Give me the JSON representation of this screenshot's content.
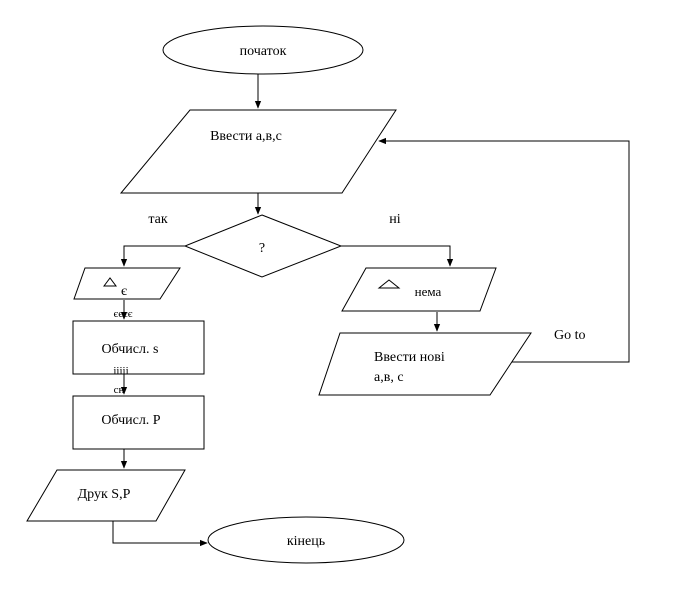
{
  "flowchart": {
    "start_label": "початок",
    "input_label": "Ввести а,в,с",
    "decision_label": "?",
    "yes_label": "так",
    "no_label": "ні",
    "exists_label": "є",
    "exists_scribble": {
      "line1": "єєєє",
      "line2": "----",
      "line3": "iiiii",
      "line4": "сн"
    },
    "calc_s_label": "Обчисл. s",
    "calc_p_label": "Обчисл. P",
    "print_label": "Друк S,P",
    "end_label": "кінець",
    "not_exists_label": "нема",
    "reinput_line1": "Ввести нові",
    "reinput_line2": "а,в, с",
    "goto_label": "Go to"
  }
}
